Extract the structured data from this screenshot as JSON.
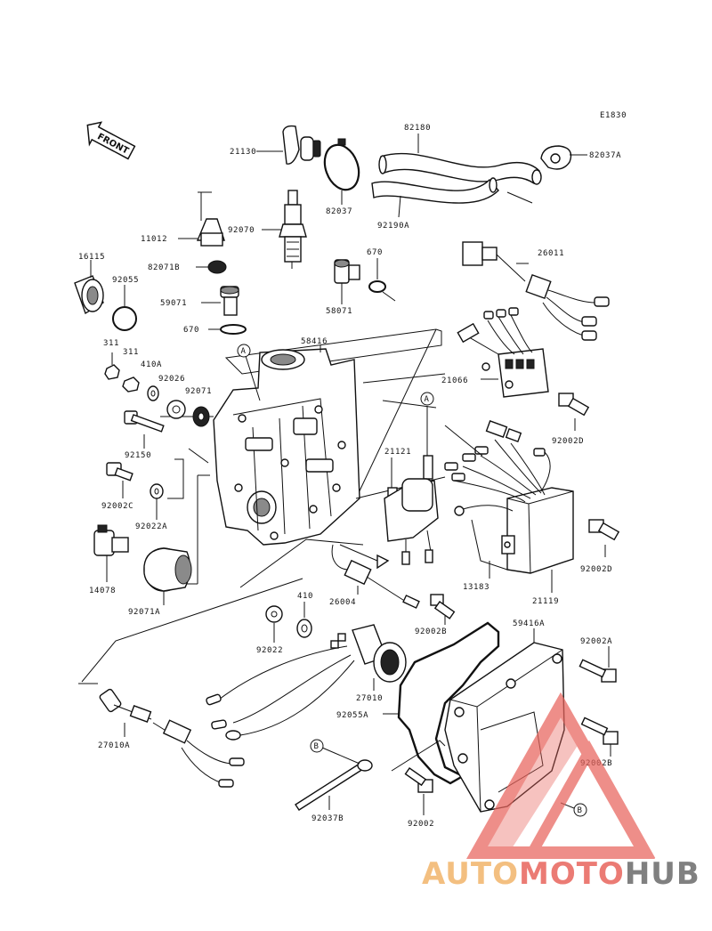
{
  "diagram_code": "E1830",
  "front_label": "FRONT",
  "callouts": [
    "A",
    "A",
    "B",
    "B"
  ],
  "parts": {
    "p82180": "82180",
    "p21130": "21130",
    "p82037A": "82037A",
    "p82037": "82037",
    "p92190A": "92190A",
    "p11012": "11012",
    "p92070": "92070",
    "p16115": "16115",
    "p92055": "92055",
    "p82071B": "82071B",
    "p670a": "670",
    "p26011": "26011",
    "p58071": "58071",
    "p59071": "59071",
    "p670b": "670",
    "p311a": "311",
    "p311b": "311",
    "p410A": "410A",
    "p92026": "92026",
    "p92071": "92071",
    "p58416": "58416",
    "p21066": "21066",
    "p92002D_a": "92002D",
    "p92150": "92150",
    "p21121": "21121",
    "p92002C": "92002C",
    "p92022A": "92022A",
    "p92002D_b": "92002D",
    "p14078": "14078",
    "p13183": "13183",
    "p21119": "21119",
    "p92071A": "92071A",
    "p26004": "26004",
    "p410": "410",
    "p92002B_a": "92002B",
    "p59416A": "59416A",
    "p92002A": "92002A",
    "p92022": "92022",
    "p27010": "27010",
    "p92055A": "92055A",
    "p27010A": "27010A",
    "p92002B_b": "92002B",
    "p92037B": "92037B",
    "p92002": "92002"
  },
  "watermark": {
    "part1": "AUTO",
    "part2": "MOTO",
    "part3": "HUB",
    "color1": "#f2b56b",
    "color2": "#e8645c",
    "color3": "#6b6b6b",
    "logo_color": "#e8645c"
  }
}
